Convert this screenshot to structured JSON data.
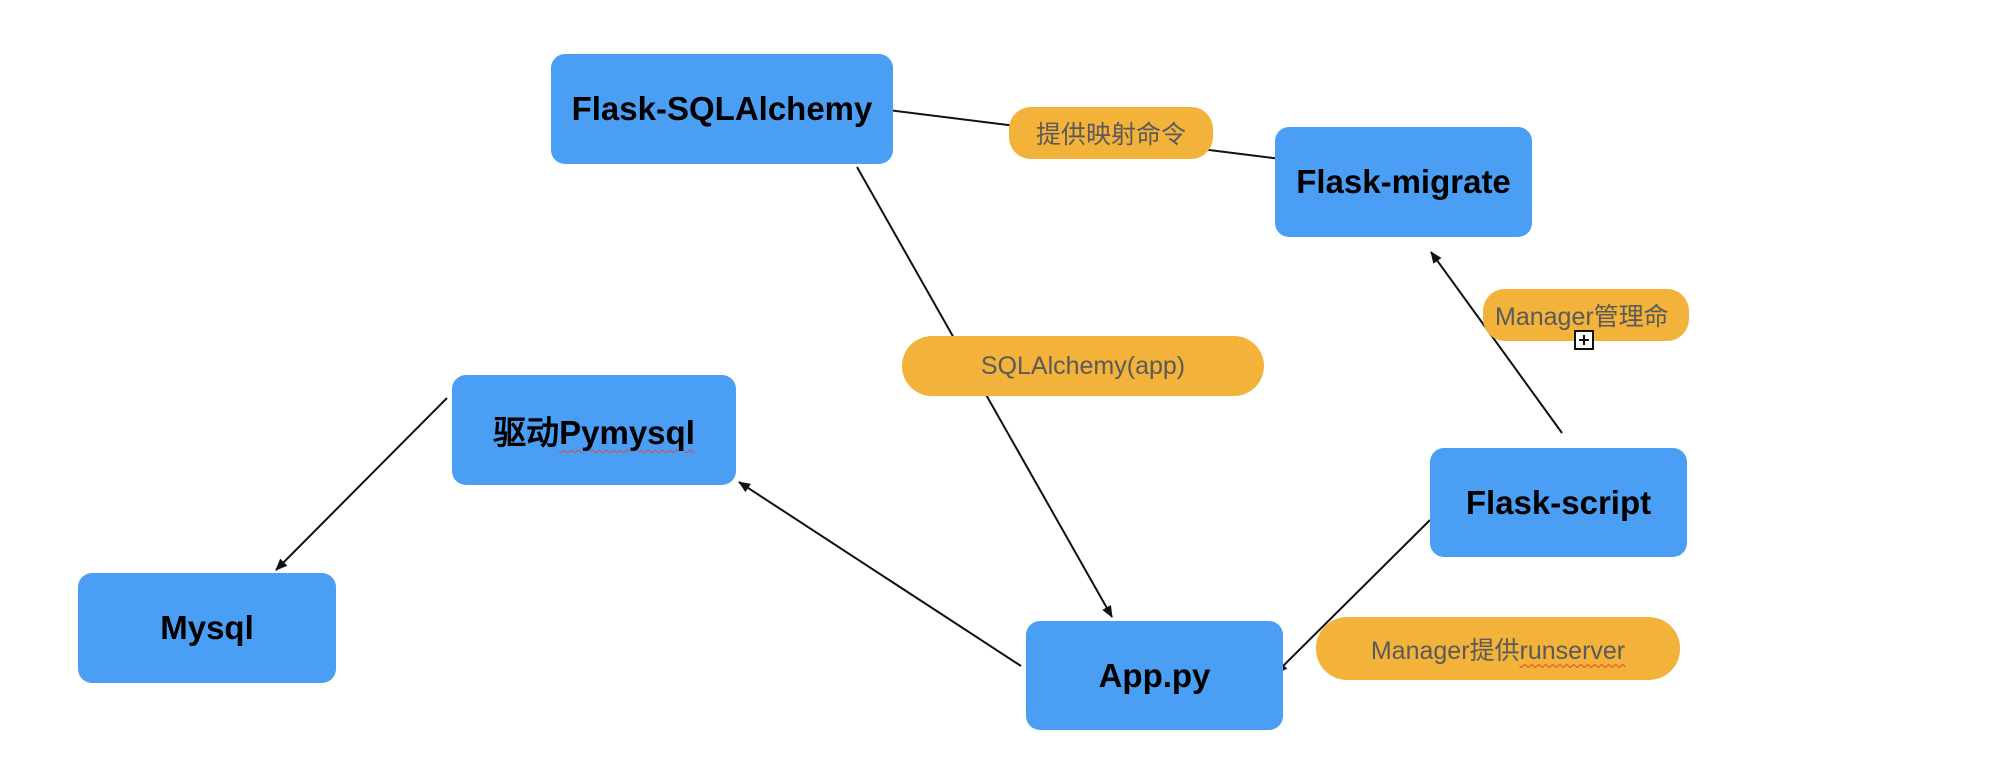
{
  "nodes": {
    "flask_sqlalchemy": "Flask-SQLAlchemy",
    "flask_migrate": "Flask-migrate",
    "pymysql_prefix": "驱动",
    "pymysql_name": "Pymysql",
    "mysql": "Mysql",
    "flask_script": "Flask-script",
    "app_py": "App.py"
  },
  "labels": {
    "mapping": "提供映射命令",
    "manager_cmd": "Manager管理命",
    "sqlalchemy_app": "SQLAlchemy(app)",
    "runserver_prefix": "Manager提供",
    "runserver_word": "runserver"
  },
  "colors": {
    "node_fill": "#4a9ff5",
    "label_fill": "#f3b23a",
    "label_text": "#5a5a5a",
    "edge": "#111111"
  }
}
